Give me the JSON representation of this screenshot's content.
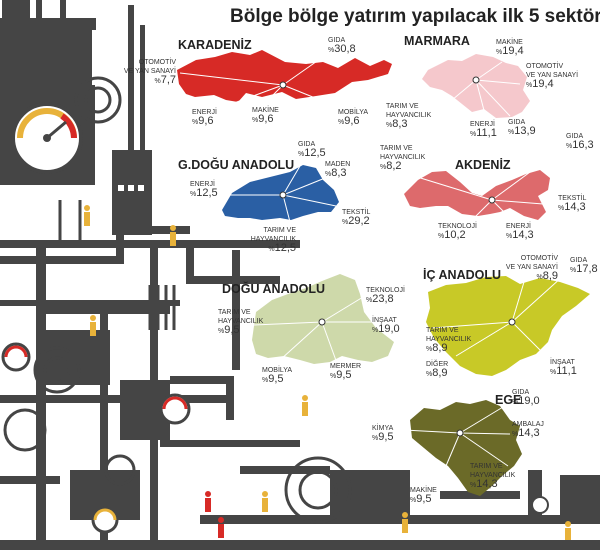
{
  "title": "Bölge bölge yatırım yapılacak ilk 5 sektör",
  "percent_sign": "%",
  "colors": {
    "karadeniz": "#d72a26",
    "marmara": "#f5c8cc",
    "gdogu": "#2a5fa4",
    "akdeniz": "#dd6a6c",
    "dogu": "#ced9aa",
    "icanadolu": "#c8c927",
    "ege": "#6b6a28",
    "machinery": "#454545"
  },
  "regions": {
    "karadeniz": {
      "name": "KARADENİZ",
      "sectors": [
        {
          "line1": "",
          "line2": "GIDA",
          "value": "30,8"
        },
        {
          "line1": "OTOMOTİV",
          "line2": "VE YAN SANAYİ",
          "value": "7,7"
        },
        {
          "line1": "",
          "line2": "ENERJİ",
          "value": "9,6"
        },
        {
          "line1": "",
          "line2": "MAKİNE",
          "value": "9,6"
        },
        {
          "line1": "",
          "line2": "MOBİLYA",
          "value": "9,6"
        }
      ]
    },
    "marmara": {
      "name": "MARMARA",
      "sectors": [
        {
          "line1": "",
          "line2": "MAKİNE",
          "value": "19,4"
        },
        {
          "line1": "OTOMOTİV",
          "line2": "VE YAN SANAYİ",
          "value": "19,4"
        },
        {
          "line1": "TARIM VE",
          "line2": "HAYVANCILIK",
          "value": "8,3"
        },
        {
          "line1": "",
          "line2": "ENERJİ",
          "value": "11,1"
        },
        {
          "line1": "",
          "line2": "GIDA",
          "value": "13,9"
        }
      ]
    },
    "gdogu": {
      "name": "G.DOĞU ANADOLU",
      "sectors": [
        {
          "line1": "",
          "line2": "GIDA",
          "value": "12,5"
        },
        {
          "line1": "",
          "line2": "MADEN",
          "value": "8,3"
        },
        {
          "line1": "",
          "line2": "ENERJİ",
          "value": "12,5"
        },
        {
          "line1": "",
          "line2": "TEKSTİL",
          "value": "29,2"
        },
        {
          "line1": "TARIM VE",
          "line2": "HAYVANCILIK",
          "value": "12,5"
        }
      ]
    },
    "akdeniz": {
      "name": "AKDENİZ",
      "sectors": [
        {
          "line1": "TARIM VE",
          "line2": "HAYVANCILIK",
          "value": "8,2"
        },
        {
          "line1": "",
          "line2": "GIDA",
          "value": "16,3"
        },
        {
          "line1": "",
          "line2": "TEKSTİL",
          "value": "14,3"
        },
        {
          "line1": "",
          "line2": "TEKNOLOJİ",
          "value": "10,2"
        },
        {
          "line1": "",
          "line2": "ENERJİ",
          "value": "14,3"
        }
      ]
    },
    "dogu": {
      "name": "DOĞU ANADOLU",
      "sectors": [
        {
          "line1": "",
          "line2": "TEKNOLOJİ",
          "value": "23,8"
        },
        {
          "line1": "TARIM VE",
          "line2": "HAYVANCILIK",
          "value": "9,5"
        },
        {
          "line1": "",
          "line2": "İNŞAAT",
          "value": "19,0"
        },
        {
          "line1": "",
          "line2": "MOBİLYA",
          "value": "9,5"
        },
        {
          "line1": "",
          "line2": "MERMER",
          "value": "9,5"
        }
      ]
    },
    "icanadolu": {
      "name": "İÇ ANADOLU",
      "sectors": [
        {
          "line1": "OTOMOTİV",
          "line2": "VE YAN SANAYİ",
          "value": "8,9"
        },
        {
          "line1": "",
          "line2": "GIDA",
          "value": "17,8"
        },
        {
          "line1": "TARIM VE",
          "line2": "HAYVANCILIK",
          "value": "8,9"
        },
        {
          "line1": "",
          "line2": "DİĞER",
          "value": "8,9"
        },
        {
          "line1": "",
          "line2": "İNŞAAT",
          "value": "11,1"
        }
      ]
    },
    "ege": {
      "name": "EGE",
      "sectors": [
        {
          "line1": "",
          "line2": "GIDA",
          "value": "19,0"
        },
        {
          "line1": "",
          "line2": "KİMYA",
          "value": "9,5"
        },
        {
          "line1": "",
          "line2": "AMBALAJ",
          "value": "14,3"
        },
        {
          "line1": "TARIM VE",
          "line2": "HAYVANCILIK",
          "value": "14,3"
        },
        {
          "line1": "",
          "line2": "MAKİNE",
          "value": "9,5"
        }
      ]
    }
  }
}
